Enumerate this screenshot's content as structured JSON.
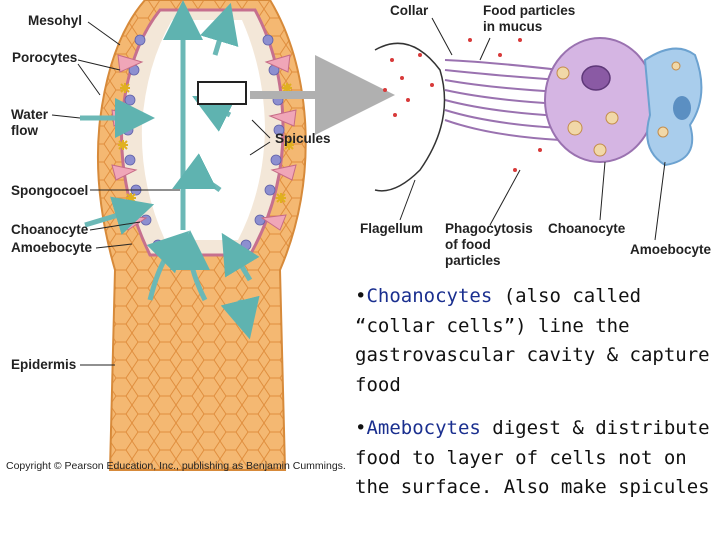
{
  "left_labels": {
    "mesohyl": "Mesohyl",
    "porocytes": "Porocytes",
    "water_flow": "Water\nflow",
    "spicules": "Spicules",
    "spongocoel": "Spongocoel",
    "choanocyte": "Choanocyte",
    "amoebocyte": "Amoebocyte",
    "epidermis": "Epidermis"
  },
  "right_labels": {
    "collar": "Collar",
    "food_particles": "Food particles\nin mucus",
    "flagellum": "Flagellum",
    "phagocytosis": "Phagocytosis\nof food\nparticles",
    "choanocyte": "Choanocyte",
    "amoebocyte": "Amoebocyte"
  },
  "copyright": "Copyright © Pearson Education, Inc., publishing as Benjamin Cummings.",
  "bullets": [
    {
      "marker": "•",
      "term": "Choanocytes",
      "text": " (also called “collar cells”) line the gastrovascular cavity & capture food"
    },
    {
      "marker": "•",
      "term": "Amebocytes",
      "text": " digest & distribute food to layer of cells not on the surface. Also make spicules"
    }
  ],
  "colors": {
    "body_orange": "#f2b36a",
    "flow_arrow": "#6bb8b6",
    "choanocyte_purple": "#c9a6d8",
    "amoebocyte_blue": "#9cc6e8",
    "term_blue": "#1a2f8f"
  }
}
